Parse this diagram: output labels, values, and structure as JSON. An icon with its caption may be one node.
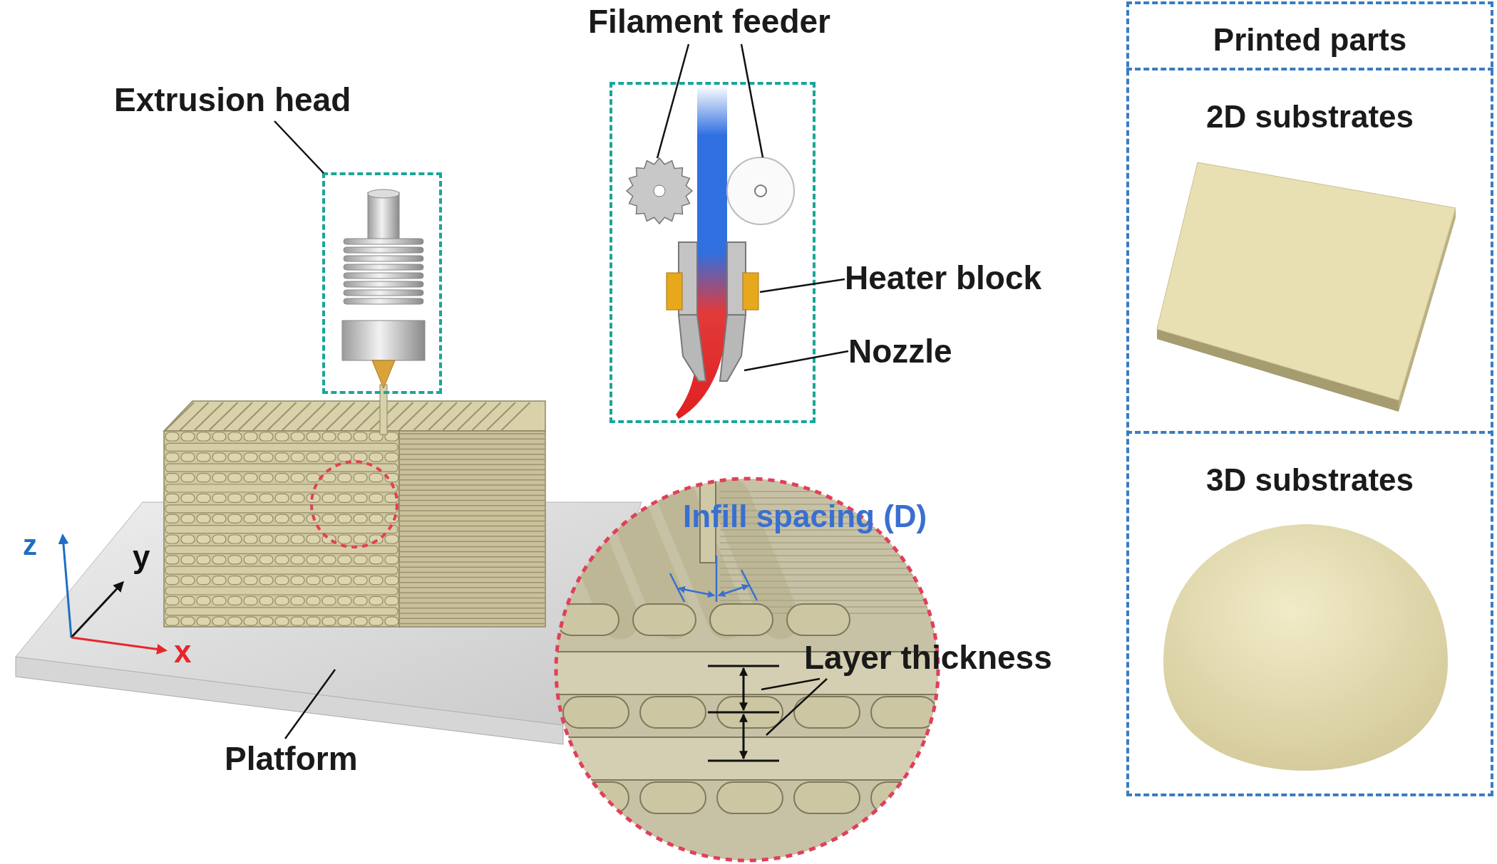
{
  "diagram": {
    "nodes": [
      {
        "text": [
          "Extrusion head"
        ]
      },
      {
        "text": [],
        "shape": "picture"
      },
      {
        "text": [
          "Filament feeder"
        ]
      },
      {
        "text": [],
        "shape": "picture"
      },
      {
        "text": [],
        "shape": "picture"
      },
      {
        "text": [
          "Heater block"
        ]
      },
      {
        "text": [],
        "shape": "picture"
      },
      {
        "text": [
          "Nozzle"
        ]
      },
      {
        "text": [],
        "shape": "picture"
      },
      {
        "text": [
          "Platform"
        ]
      },
      {
        "text": [],
        "shape": "picture"
      },
      {
        "text": [
          "Layer thickness"
        ]
      },
      {
        "text": [
          "Printed parts"
        ]
      },
      {
        "text": [
          "2D substrates"
        ],
        "in": 12
      },
      {
        "text": [
          "3D substrates"
        ],
        "in": 12
      }
    ],
    "edges": [
      {
        "from": 0,
        "to": 1,
        "arrow": "none"
      },
      {
        "from": 2,
        "to": 3,
        "arrow": "none"
      },
      {
        "from": 2,
        "to": 4,
        "arrow": "none"
      },
      {
        "from": 5,
        "to": 6,
        "arrow": "none"
      },
      {
        "from": 7,
        "to": 8,
        "arrow": "none"
      },
      {
        "from": 9,
        "to": 10,
        "arrow": "none"
      },
      {
        "from": 11,
        "to": null,
        "arrow": "none"
      },
      {
        "from": 11,
        "to": null,
        "arrow": "none"
      }
    ],
    "labels": [
      "Infill spacing (D)",
      "z",
      "y",
      "x"
    ]
  }
}
